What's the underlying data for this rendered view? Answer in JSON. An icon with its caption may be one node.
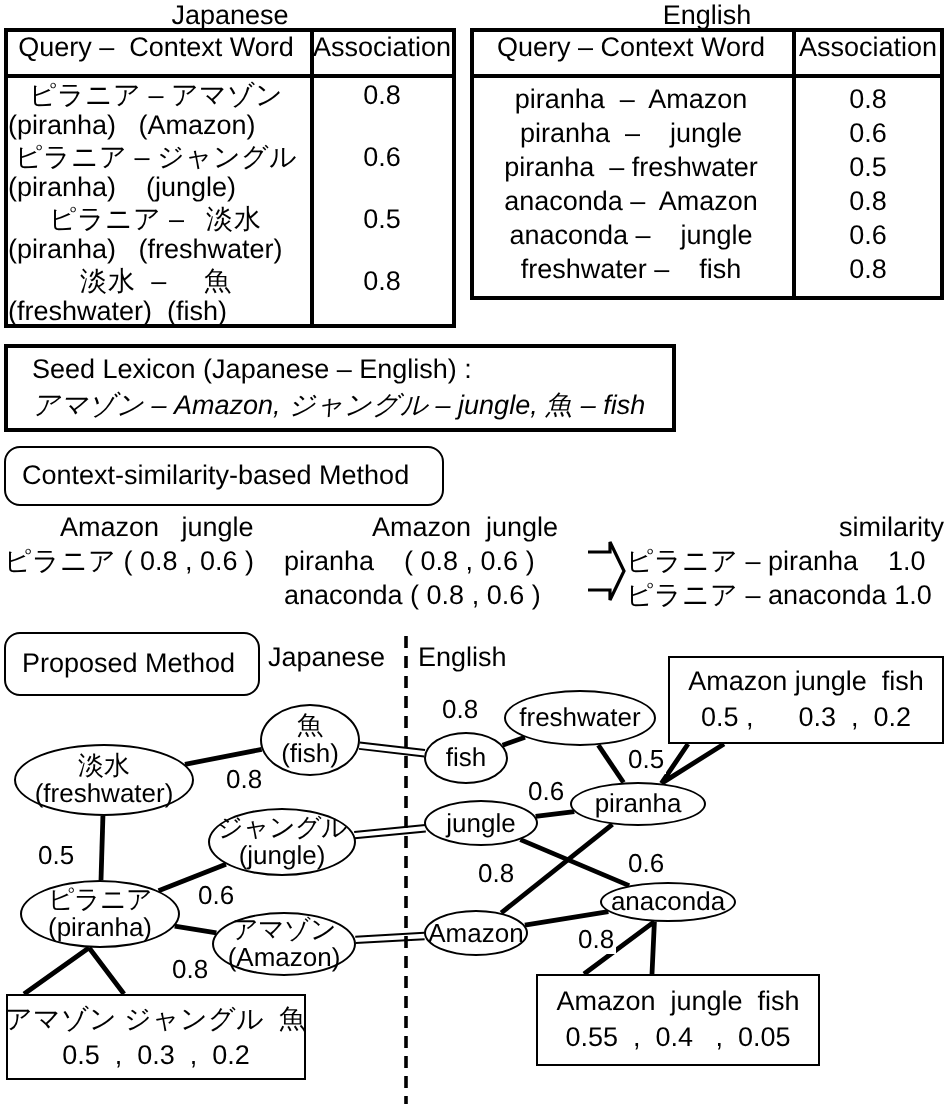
{
  "diagram": {
    "nodes": [
      {
        "text": [
          "Seed Lexicon (Japanese – English) :",
          "アマゾン – Amazon, ジャングル – jungle, 魚 – fish"
        ]
      },
      {
        "text": [
          "Context-similarity-based Method"
        ]
      },
      {
        "text": [
          "Proposed Method"
        ]
      },
      {
        "text": [
          "魚 (fish)"
        ]
      },
      {
        "text": [
          "淡水 (freshwater)"
        ]
      },
      {
        "text": [
          "ジャングル (jungle)"
        ]
      },
      {
        "text": [
          "ピラニア (piranha)"
        ]
      },
      {
        "text": [
          "アマゾン (Amazon)"
        ]
      },
      {
        "text": [
          "freshwater"
        ]
      },
      {
        "text": [
          "fish"
        ]
      },
      {
        "text": [
          "piranha"
        ]
      },
      {
        "text": [
          "jungle"
        ]
      },
      {
        "text": [
          "anaconda"
        ]
      },
      {
        "text": [
          "Amazon"
        ]
      },
      {
        "text": [
          "Amazon jungle  fish",
          "0.5 ,      0.3  ,  0.2"
        ]
      },
      {
        "text": [
          "アマゾン ジャングル  魚",
          "0.5  ,  0.3  ,  0.2"
        ]
      },
      {
        "text": [
          "Amazon  jungle  fish",
          "0.55  ,  0.4   ,  0.05"
        ]
      }
    ],
    "edges": [
      {
        "from": 4,
        "to": 3,
        "arrow": "none",
        "label": "0.8"
      },
      {
        "from": 4,
        "to": 6,
        "arrow": "none",
        "label": "0.5"
      },
      {
        "from": 6,
        "to": 5,
        "arrow": "none",
        "label": "0.6"
      },
      {
        "from": 6,
        "to": 7,
        "arrow": "none",
        "label": "0.8"
      },
      {
        "from": 3,
        "to": 9,
        "arrow": "none"
      },
      {
        "from": 5,
        "to": 11,
        "arrow": "none"
      },
      {
        "from": 7,
        "to": 13,
        "arrow": "none"
      },
      {
        "from": 9,
        "to": 8,
        "arrow": "none",
        "label": "0.8"
      },
      {
        "from": 8,
        "to": 10,
        "arrow": "none",
        "label": "0.5"
      },
      {
        "from": 11,
        "to": 10,
        "arrow": "none",
        "label": "0.6"
      },
      {
        "from": 13,
        "to": 10,
        "arrow": "none",
        "label": "0.8"
      },
      {
        "from": 11,
        "to": 12,
        "arrow": "none",
        "label": "0.6"
      },
      {
        "from": 13,
        "to": 12,
        "arrow": "none",
        "label": "0.8"
      },
      {
        "from": 14,
        "to": 10,
        "arrow": "none"
      },
      {
        "from": 15,
        "to": 6,
        "arrow": "none"
      },
      {
        "from": 16,
        "to": 12,
        "arrow": "none"
      }
    ],
    "labels": [
      "Japanese",
      "Query –  Context Word",
      "Association",
      "ピラニア – アマゾン",
      "(piranha)   (Amazon)",
      "0.8",
      "ピラニア – ジャングル",
      "(piranha)    (jungle)",
      "0.6",
      "ピラニア –   淡水",
      "(piranha)   (freshwater)",
      "0.5",
      "淡水  –     魚",
      "(freshwater)  (fish)",
      "0.8",
      "English",
      "Query – Context Word",
      "Association",
      "piranha  –  Amazon",
      "0.8",
      "piranha  –    jungle",
      "0.6",
      "piranha  – freshwater",
      "0.5",
      "anaconda –  Amazon",
      "0.8",
      "anaconda –    jungle",
      "0.6",
      "freshwater –    fish",
      "0.8",
      "Amazon   jungle",
      "ピラニア ( 0.8 , 0.6 )",
      "Amazon  jungle",
      "piranha    ( 0.8 , 0.6 )",
      "anaconda ( 0.8 , 0.6 )",
      "similarity",
      "ピラニア – piranha    1.0",
      "ピラニア – anaconda 1.0",
      "Japanese",
      "English"
    ]
  }
}
